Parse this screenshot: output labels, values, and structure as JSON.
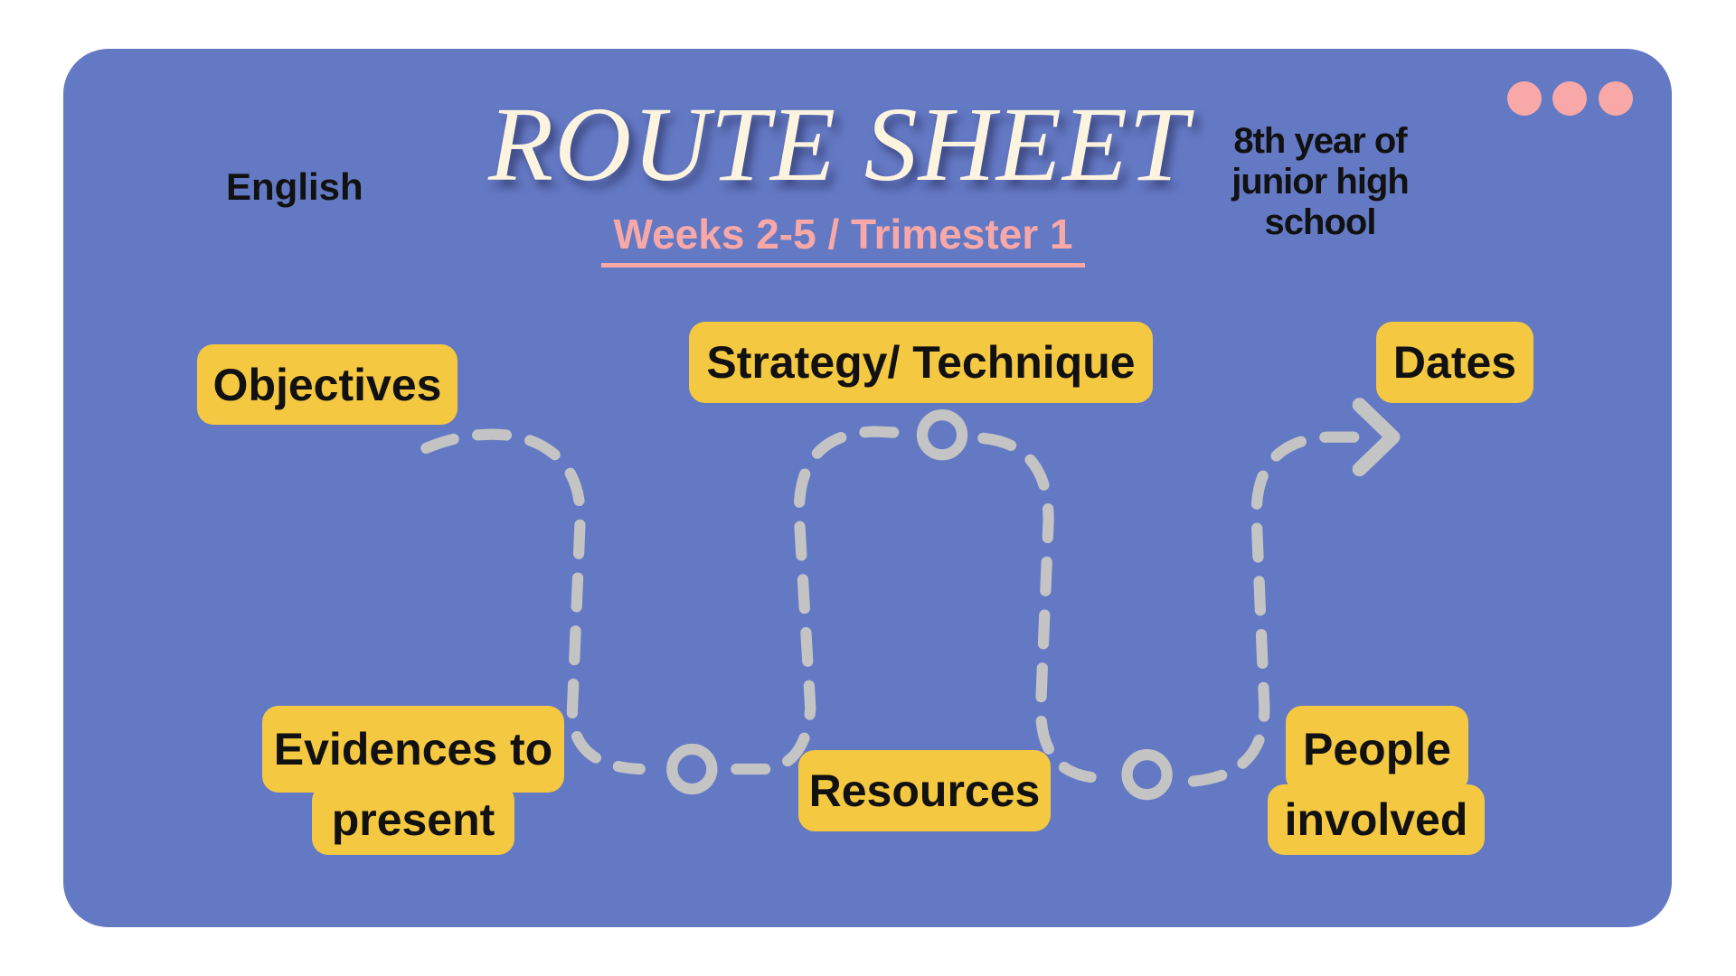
{
  "header": {
    "title": "ROUTE SHEET",
    "subtitle": "Weeks 2-5 / Trimester 1",
    "subject": "English",
    "grade_lines": [
      "8th year of",
      "junior high",
      "school"
    ]
  },
  "colors": {
    "background": "#6479c4",
    "label_fill": "#f5c842",
    "accent_pink": "#f9a8a8",
    "title": "#fdf4e0",
    "path": "#c4c4c4"
  },
  "steps": {
    "objectives": "Objectives",
    "evidences": [
      "Evidences to",
      "present"
    ],
    "strategy": "Strategy/ Technique",
    "resources": "Resources",
    "dates": "Dates",
    "people": [
      "People",
      "involved"
    ]
  },
  "decorations": {
    "window_dots": 3,
    "path_style": "dashed",
    "path_end": "arrow"
  }
}
